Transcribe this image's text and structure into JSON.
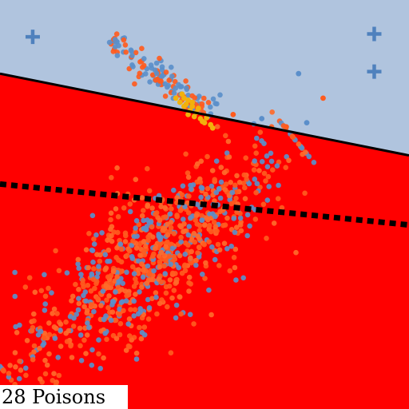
{
  "chart_data": {
    "type": "scatter",
    "title": "",
    "xlabel": "",
    "ylabel": "",
    "xlim": [
      0,
      100
    ],
    "ylim": [
      0,
      100
    ],
    "grid": false,
    "legend": "none",
    "regions": {
      "upper_color": "#b0c4de",
      "lower_color": "#ff0000"
    },
    "decision_boundaries": [
      {
        "style": "solid",
        "color": "#000000",
        "points": [
          [
            0,
            82
          ],
          [
            100,
            62
          ]
        ]
      },
      {
        "style": "dotted",
        "color": "#000000",
        "points": [
          [
            0,
            55
          ],
          [
            100,
            45
          ]
        ]
      }
    ],
    "marker_points": {
      "marker": "plus",
      "color": "#4f81bd",
      "points": [
        [
          8,
          91
        ],
        [
          91.5,
          91.7
        ],
        [
          91.5,
          82.5
        ]
      ]
    },
    "clusters": [
      {
        "kind": "main",
        "x": [
          2,
          72
        ],
        "y": [
          8,
          66
        ],
        "n": 900,
        "width": 6,
        "colors": [
          "#ff5b1e",
          "#5b8fca",
          "#ff6a2a"
        ]
      },
      {
        "kind": "upper",
        "x": [
          27,
          52
        ],
        "y": [
          90,
          72
        ],
        "n": 140,
        "width": 1.5,
        "colors": [
          "#ff5b1e",
          "#5b8fca"
        ]
      }
    ],
    "poison_points": {
      "color": "#f2b10c",
      "points": [
        [
          43,
          76
        ],
        [
          44,
          75
        ],
        [
          45,
          76
        ],
        [
          46,
          75.5
        ],
        [
          45.5,
          74.5
        ],
        [
          47,
          74
        ],
        [
          46.5,
          73
        ],
        [
          48,
          72.5
        ],
        [
          47.5,
          71.5
        ],
        [
          49,
          71
        ],
        [
          50,
          70
        ],
        [
          51.5,
          69.5
        ],
        [
          52,
          68.7
        ],
        [
          44.5,
          77
        ],
        [
          48.5,
          73.5
        ],
        [
          46,
          72
        ],
        [
          50.5,
          71.2
        ],
        [
          45,
          74
        ],
        [
          49.5,
          70.3
        ],
        [
          47,
          75
        ]
      ]
    },
    "outlier_points": {
      "colors": [
        "#5b8fca",
        "#ff5b1e"
      ],
      "points": [
        [
          73,
          82
        ],
        [
          79,
          76
        ],
        [
          75,
          70
        ],
        [
          70,
          69
        ],
        [
          64,
          71
        ],
        [
          57,
          72
        ]
      ]
    }
  },
  "caption": {
    "text": "28 Poisons"
  }
}
